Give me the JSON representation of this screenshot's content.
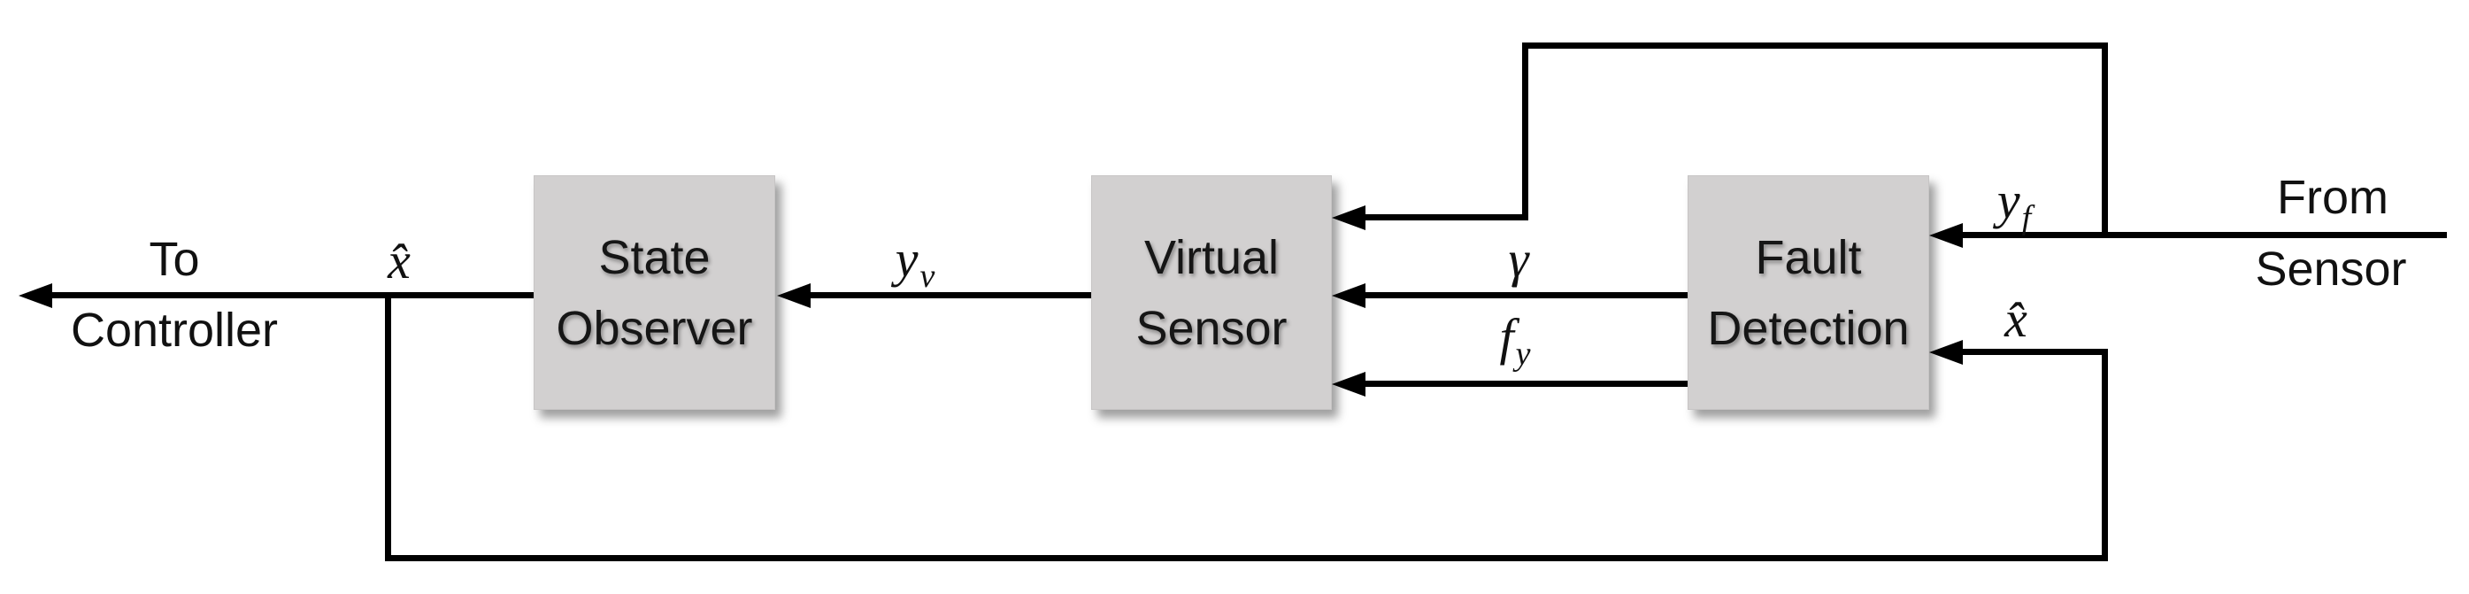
{
  "diagram": {
    "title_hint": "sensor fault-tolerant control block diagram",
    "colors": {
      "background": "#ffffff",
      "wire": "#000000",
      "block_fill": "#d2d0d0",
      "block_border": "#c7c5c5",
      "text": "#111111"
    },
    "blocks": [
      {
        "id": "state-observer",
        "lines": [
          "State",
          "Observer"
        ]
      },
      {
        "id": "virtual-sensor",
        "lines": [
          "Virtual",
          "Sensor"
        ]
      },
      {
        "id": "fault-detection",
        "lines": [
          "Fault",
          "Detection"
        ]
      }
    ],
    "endpoints": {
      "to_controller": {
        "line1": "To",
        "line2": "Controller"
      },
      "from_sensor": {
        "line1": "From",
        "line2": "Sensor"
      }
    },
    "signals": {
      "x_hat_out": "x̂",
      "y_v": {
        "base": "y",
        "sub": "v"
      },
      "gamma": "γ",
      "f_y": {
        "base": "f",
        "sub": "y"
      },
      "y_f": {
        "base": "y",
        "sub": "f"
      },
      "x_hat_in": "x̂"
    }
  }
}
